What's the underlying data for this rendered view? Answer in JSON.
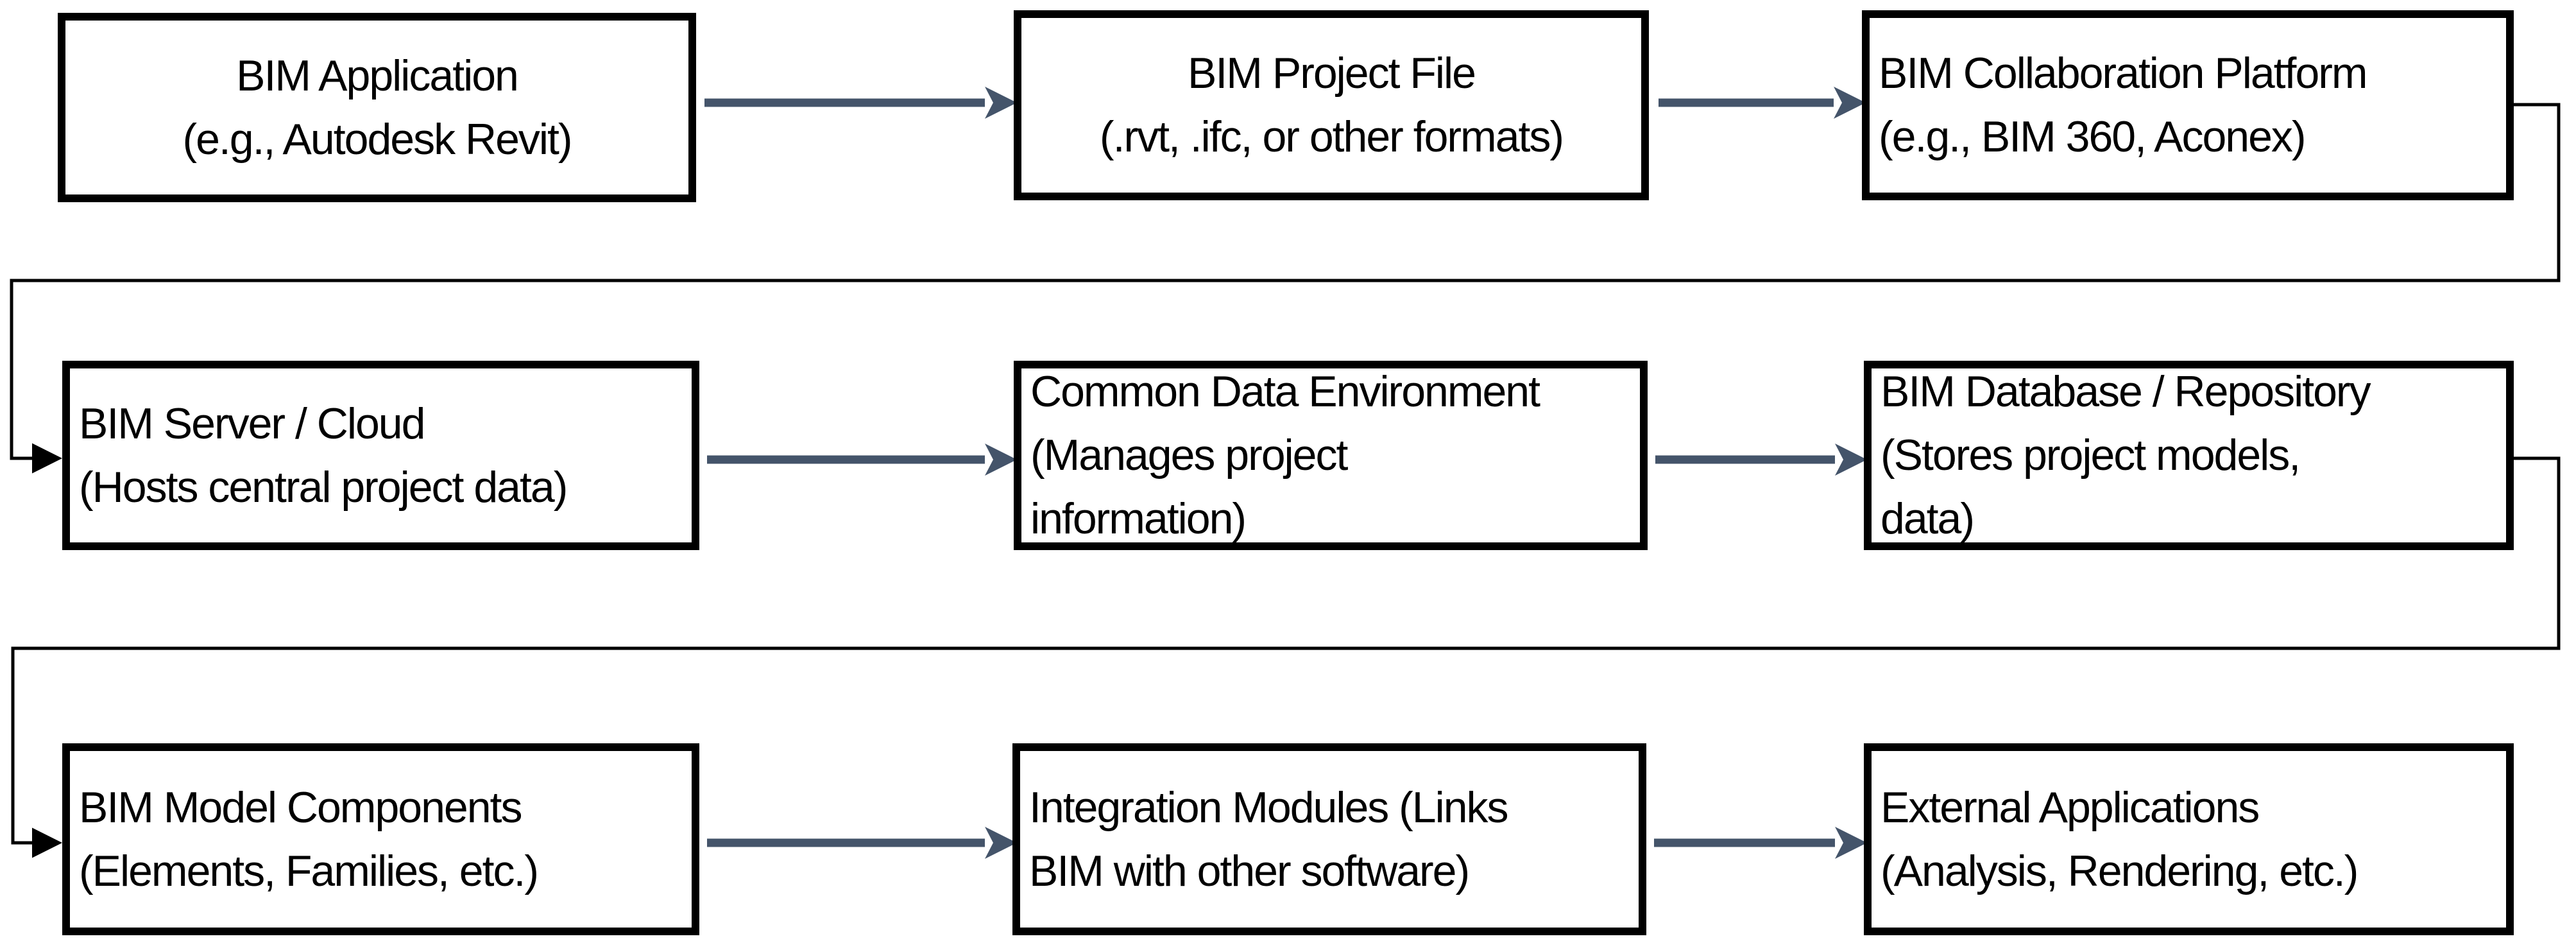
{
  "diagram": {
    "description": "BIM software data flow diagram with nine boxes connected left-to-right in three rows; rows are linked by thin elbow connectors that wrap around the canvas edges.",
    "colors": {
      "arrow": "#44546A",
      "connector": "#000000",
      "border": "#000000",
      "background": "#FFFFFF"
    },
    "nodes": [
      {
        "id": "bim-application",
        "text": "BIM Application\n(e.g., Autodesk Revit)"
      },
      {
        "id": "bim-project-file",
        "text": "BIM Project File\n(.rvt, .ifc, or other formats)"
      },
      {
        "id": "bim-collaboration-platform",
        "text": "BIM Collaboration Platform\n(e.g., BIM 360, Aconex)"
      },
      {
        "id": "bim-server-cloud",
        "text": "BIM Server / Cloud\n(Hosts central project data)"
      },
      {
        "id": "common-data-environment",
        "text": "Common Data Environment\n(Manages project\ninformation)"
      },
      {
        "id": "bim-database-repository",
        "text": "BIM Database / Repository\n(Stores project models,\ndata)"
      },
      {
        "id": "bim-model-components",
        "text": "BIM Model Components\n(Elements, Families, etc.)"
      },
      {
        "id": "integration-modules",
        "text": "Integration Modules  (Links\nBIM with other software)"
      },
      {
        "id": "external-applications",
        "text": "External Applications\n(Analysis, Rendering, etc.)"
      }
    ],
    "edges": [
      {
        "from": "bim-application",
        "to": "bim-project-file",
        "style": "thick-blue-arrow"
      },
      {
        "from": "bim-project-file",
        "to": "bim-collaboration-platform",
        "style": "thick-blue-arrow"
      },
      {
        "from": "bim-collaboration-platform",
        "to": "bim-server-cloud",
        "style": "thin-black-elbow-arrow"
      },
      {
        "from": "bim-server-cloud",
        "to": "common-data-environment",
        "style": "thick-blue-arrow"
      },
      {
        "from": "common-data-environment",
        "to": "bim-database-repository",
        "style": "thick-blue-arrow"
      },
      {
        "from": "bim-database-repository",
        "to": "bim-model-components",
        "style": "thin-black-elbow-arrow"
      },
      {
        "from": "bim-model-components",
        "to": "integration-modules",
        "style": "thick-blue-arrow"
      },
      {
        "from": "integration-modules",
        "to": "external-applications",
        "style": "thick-blue-arrow"
      }
    ]
  }
}
